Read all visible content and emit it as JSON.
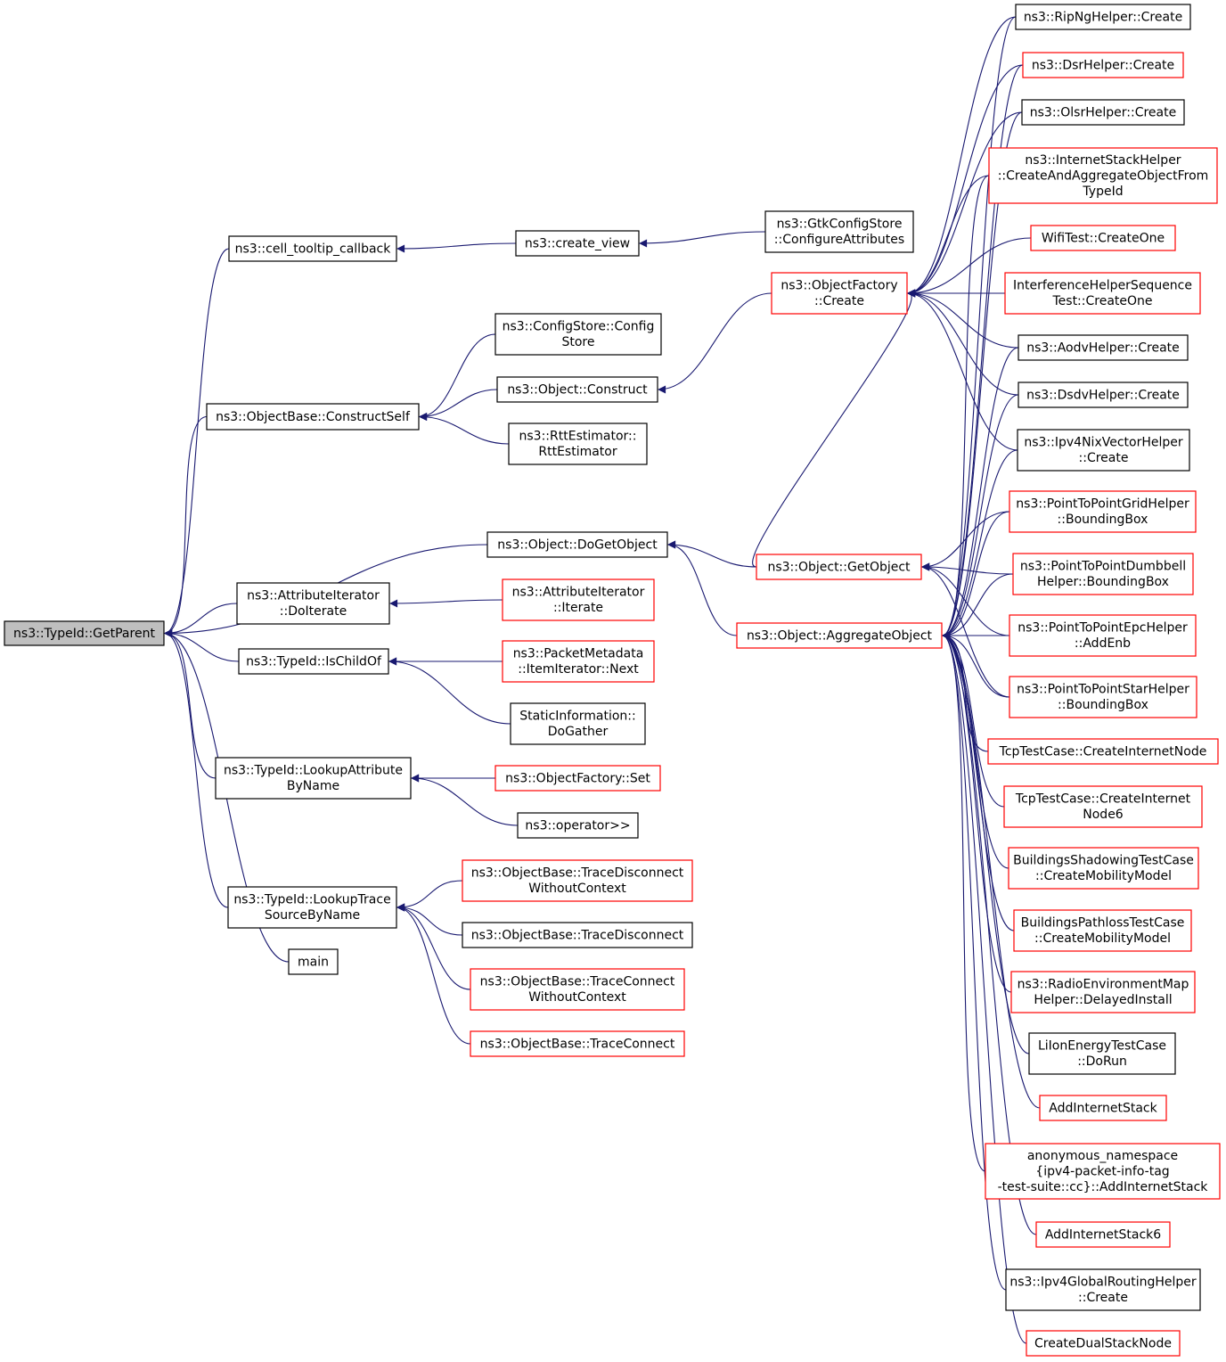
{
  "colors": {
    "edge": "#191970",
    "node_border_documented": "#000000",
    "node_border_truncated": "#ff0000",
    "root_fill": "#bfbfbf",
    "node_fill": "#ffffff"
  },
  "graph": {
    "root": "n_getparent",
    "nodes": [
      {
        "id": "n_getparent",
        "lines": [
          "ns3::TypeId::GetParent"
        ],
        "border": "black",
        "root": true
      },
      {
        "id": "n_cell_tooltip",
        "lines": [
          "ns3::cell_tooltip_callback"
        ],
        "border": "black"
      },
      {
        "id": "n_create_view",
        "lines": [
          "ns3::create_view"
        ],
        "border": "black"
      },
      {
        "id": "n_gtk_config",
        "lines": [
          "ns3::GtkConfigStore",
          "::ConfigureAttributes"
        ],
        "border": "black"
      },
      {
        "id": "n_constructself",
        "lines": [
          "ns3::ObjectBase::ConstructSelf"
        ],
        "border": "black"
      },
      {
        "id": "n_configstore",
        "lines": [
          "ns3::ConfigStore::Config",
          "Store"
        ],
        "border": "black"
      },
      {
        "id": "n_object_construct",
        "lines": [
          "ns3::Object::Construct"
        ],
        "border": "black"
      },
      {
        "id": "n_rtt",
        "lines": [
          "ns3::RttEstimator::",
          "RttEstimator"
        ],
        "border": "black"
      },
      {
        "id": "n_factory_create",
        "lines": [
          "ns3::ObjectFactory",
          "::Create"
        ],
        "border": "red"
      },
      {
        "id": "n_dogetobject",
        "lines": [
          "ns3::Object::DoGetObject"
        ],
        "border": "black"
      },
      {
        "id": "n_getobject",
        "lines": [
          "ns3::Object::GetObject"
        ],
        "border": "red"
      },
      {
        "id": "n_aggregate",
        "lines": [
          "ns3::Object::AggregateObject"
        ],
        "border": "red"
      },
      {
        "id": "n_attr_doiterate",
        "lines": [
          "ns3::AttributeIterator",
          "::DoIterate"
        ],
        "border": "black"
      },
      {
        "id": "n_attr_iterate",
        "lines": [
          "ns3::AttributeIterator",
          "::Iterate"
        ],
        "border": "red"
      },
      {
        "id": "n_ischildof",
        "lines": [
          "ns3::TypeId::IsChildOf"
        ],
        "border": "black"
      },
      {
        "id": "n_packet_next",
        "lines": [
          "ns3::PacketMetadata",
          "::ItemIterator::Next"
        ],
        "border": "red"
      },
      {
        "id": "n_static_gather",
        "lines": [
          "StaticInformation::",
          "DoGather"
        ],
        "border": "black"
      },
      {
        "id": "n_lookup_attr",
        "lines": [
          "ns3::TypeId::LookupAttribute",
          "ByName"
        ],
        "border": "black"
      },
      {
        "id": "n_factory_set",
        "lines": [
          "ns3::ObjectFactory::Set"
        ],
        "border": "red"
      },
      {
        "id": "n_operator",
        "lines": [
          "ns3::operator>>"
        ],
        "border": "black"
      },
      {
        "id": "n_lookup_trace",
        "lines": [
          "ns3::TypeId::LookupTrace",
          "SourceByName"
        ],
        "border": "black"
      },
      {
        "id": "n_trace_disc_noctx",
        "lines": [
          "ns3::ObjectBase::TraceDisconnect",
          "WithoutContext"
        ],
        "border": "red"
      },
      {
        "id": "n_trace_disc",
        "lines": [
          "ns3::ObjectBase::TraceDisconnect"
        ],
        "border": "black"
      },
      {
        "id": "n_trace_conn_noctx",
        "lines": [
          "ns3::ObjectBase::TraceConnect",
          "WithoutContext"
        ],
        "border": "red"
      },
      {
        "id": "n_trace_conn",
        "lines": [
          "ns3::ObjectBase::TraceConnect"
        ],
        "border": "red"
      },
      {
        "id": "n_main",
        "lines": [
          "main"
        ],
        "border": "black"
      },
      {
        "id": "n_ripng",
        "lines": [
          "ns3::RipNgHelper::Create"
        ],
        "border": "black"
      },
      {
        "id": "n_dsr",
        "lines": [
          "ns3::DsrHelper::Create"
        ],
        "border": "red"
      },
      {
        "id": "n_olsr",
        "lines": [
          "ns3::OlsrHelper::Create"
        ],
        "border": "black"
      },
      {
        "id": "n_inetstack",
        "lines": [
          "ns3::InternetStackHelper",
          "::CreateAndAggregateObjectFrom",
          "TypeId"
        ],
        "border": "red"
      },
      {
        "id": "n_wifitest",
        "lines": [
          "WifiTest::CreateOne"
        ],
        "border": "red"
      },
      {
        "id": "n_interf",
        "lines": [
          "InterferenceHelperSequence",
          "Test::CreateOne"
        ],
        "border": "red"
      },
      {
        "id": "n_aodv",
        "lines": [
          "ns3::AodvHelper::Create"
        ],
        "border": "black"
      },
      {
        "id": "n_dsdv",
        "lines": [
          "ns3::DsdvHelper::Create"
        ],
        "border": "black"
      },
      {
        "id": "n_nix",
        "lines": [
          "ns3::Ipv4NixVectorHelper",
          "::Create"
        ],
        "border": "black"
      },
      {
        "id": "n_p2p_grid",
        "lines": [
          "ns3::PointToPointGridHelper",
          "::BoundingBox"
        ],
        "border": "red"
      },
      {
        "id": "n_p2p_dumbbell",
        "lines": [
          "ns3::PointToPointDumbbell",
          "Helper::BoundingBox"
        ],
        "border": "red"
      },
      {
        "id": "n_p2p_epc",
        "lines": [
          "ns3::PointToPointEpcHelper",
          "::AddEnb"
        ],
        "border": "red"
      },
      {
        "id": "n_p2p_star",
        "lines": [
          "ns3::PointToPointStarHelper",
          "::BoundingBox"
        ],
        "border": "red"
      },
      {
        "id": "n_tcp_node",
        "lines": [
          "TcpTestCase::CreateInternetNode"
        ],
        "border": "red"
      },
      {
        "id": "n_tcp_node6",
        "lines": [
          "TcpTestCase::CreateInternet",
          "Node6"
        ],
        "border": "red"
      },
      {
        "id": "n_build_shadow",
        "lines": [
          "BuildingsShadowingTestCase",
          "::CreateMobilityModel"
        ],
        "border": "red"
      },
      {
        "id": "n_build_path",
        "lines": [
          "BuildingsPathlossTestCase",
          "::CreateMobilityModel"
        ],
        "border": "red"
      },
      {
        "id": "n_rem",
        "lines": [
          "ns3::RadioEnvironmentMap",
          "Helper::DelayedInstall"
        ],
        "border": "red"
      },
      {
        "id": "n_liion",
        "lines": [
          "LiIonEnergyTestCase",
          "::DoRun"
        ],
        "border": "black"
      },
      {
        "id": "n_addinet",
        "lines": [
          "AddInternetStack"
        ],
        "border": "red"
      },
      {
        "id": "n_anon",
        "lines": [
          "anonymous_namespace",
          "{ipv4-packet-info-tag",
          "-test-suite::cc}::AddInternetStack"
        ],
        "border": "red"
      },
      {
        "id": "n_addinet6",
        "lines": [
          "AddInternetStack6"
        ],
        "border": "red"
      },
      {
        "id": "n_ipv4global",
        "lines": [
          "ns3::Ipv4GlobalRoutingHelper",
          "::Create"
        ],
        "border": "black"
      },
      {
        "id": "n_dualstack",
        "lines": [
          "CreateDualStackNode"
        ],
        "border": "red"
      }
    ],
    "edges": [
      {
        "from": "n_cell_tooltip",
        "to": "n_getparent"
      },
      {
        "from": "n_constructself",
        "to": "n_getparent"
      },
      {
        "from": "n_dogetobject",
        "to": "n_getparent"
      },
      {
        "from": "n_attr_doiterate",
        "to": "n_getparent"
      },
      {
        "from": "n_ischildof",
        "to": "n_getparent"
      },
      {
        "from": "n_lookup_attr",
        "to": "n_getparent"
      },
      {
        "from": "n_lookup_trace",
        "to": "n_getparent"
      },
      {
        "from": "n_main",
        "to": "n_getparent"
      },
      {
        "from": "n_create_view",
        "to": "n_cell_tooltip"
      },
      {
        "from": "n_gtk_config",
        "to": "n_create_view"
      },
      {
        "from": "n_configstore",
        "to": "n_constructself"
      },
      {
        "from": "n_object_construct",
        "to": "n_constructself"
      },
      {
        "from": "n_rtt",
        "to": "n_constructself"
      },
      {
        "from": "n_factory_create",
        "to": "n_object_construct"
      },
      {
        "from": "n_getobject",
        "to": "n_dogetobject"
      },
      {
        "from": "n_aggregate",
        "to": "n_dogetobject"
      },
      {
        "from": "n_attr_iterate",
        "to": "n_attr_doiterate"
      },
      {
        "from": "n_packet_next",
        "to": "n_ischildof"
      },
      {
        "from": "n_static_gather",
        "to": "n_ischildof"
      },
      {
        "from": "n_factory_set",
        "to": "n_lookup_attr"
      },
      {
        "from": "n_operator",
        "to": "n_lookup_attr"
      },
      {
        "from": "n_trace_disc_noctx",
        "to": "n_lookup_trace"
      },
      {
        "from": "n_trace_disc",
        "to": "n_lookup_trace"
      },
      {
        "from": "n_trace_conn_noctx",
        "to": "n_lookup_trace"
      },
      {
        "from": "n_trace_conn",
        "to": "n_lookup_trace"
      },
      {
        "from": "n_getobject",
        "to": "n_factory_create"
      },
      {
        "from": "n_ripng",
        "to": "n_factory_create"
      },
      {
        "from": "n_dsr",
        "to": "n_factory_create"
      },
      {
        "from": "n_olsr",
        "to": "n_factory_create"
      },
      {
        "from": "n_inetstack",
        "to": "n_factory_create"
      },
      {
        "from": "n_wifitest",
        "to": "n_factory_create"
      },
      {
        "from": "n_interf",
        "to": "n_factory_create"
      },
      {
        "from": "n_aodv",
        "to": "n_factory_create"
      },
      {
        "from": "n_dsdv",
        "to": "n_factory_create"
      },
      {
        "from": "n_nix",
        "to": "n_factory_create"
      },
      {
        "from": "n_p2p_grid",
        "to": "n_getobject"
      },
      {
        "from": "n_p2p_dumbbell",
        "to": "n_getobject"
      },
      {
        "from": "n_p2p_epc",
        "to": "n_getobject"
      },
      {
        "from": "n_p2p_star",
        "to": "n_getobject"
      },
      {
        "from": "n_ripng",
        "to": "n_aggregate"
      },
      {
        "from": "n_dsr",
        "to": "n_aggregate"
      },
      {
        "from": "n_olsr",
        "to": "n_aggregate"
      },
      {
        "from": "n_inetstack",
        "to": "n_aggregate"
      },
      {
        "from": "n_aodv",
        "to": "n_aggregate"
      },
      {
        "from": "n_dsdv",
        "to": "n_aggregate"
      },
      {
        "from": "n_nix",
        "to": "n_aggregate"
      },
      {
        "from": "n_p2p_grid",
        "to": "n_aggregate"
      },
      {
        "from": "n_p2p_dumbbell",
        "to": "n_aggregate"
      },
      {
        "from": "n_p2p_epc",
        "to": "n_aggregate"
      },
      {
        "from": "n_p2p_star",
        "to": "n_aggregate"
      },
      {
        "from": "n_tcp_node",
        "to": "n_aggregate"
      },
      {
        "from": "n_tcp_node6",
        "to": "n_aggregate"
      },
      {
        "from": "n_build_shadow",
        "to": "n_aggregate"
      },
      {
        "from": "n_build_path",
        "to": "n_aggregate"
      },
      {
        "from": "n_rem",
        "to": "n_aggregate"
      },
      {
        "from": "n_liion",
        "to": "n_aggregate"
      },
      {
        "from": "n_addinet",
        "to": "n_aggregate"
      },
      {
        "from": "n_anon",
        "to": "n_aggregate"
      },
      {
        "from": "n_addinet6",
        "to": "n_aggregate"
      },
      {
        "from": "n_ipv4global",
        "to": "n_aggregate"
      },
      {
        "from": "n_dualstack",
        "to": "n_aggregate"
      }
    ]
  }
}
